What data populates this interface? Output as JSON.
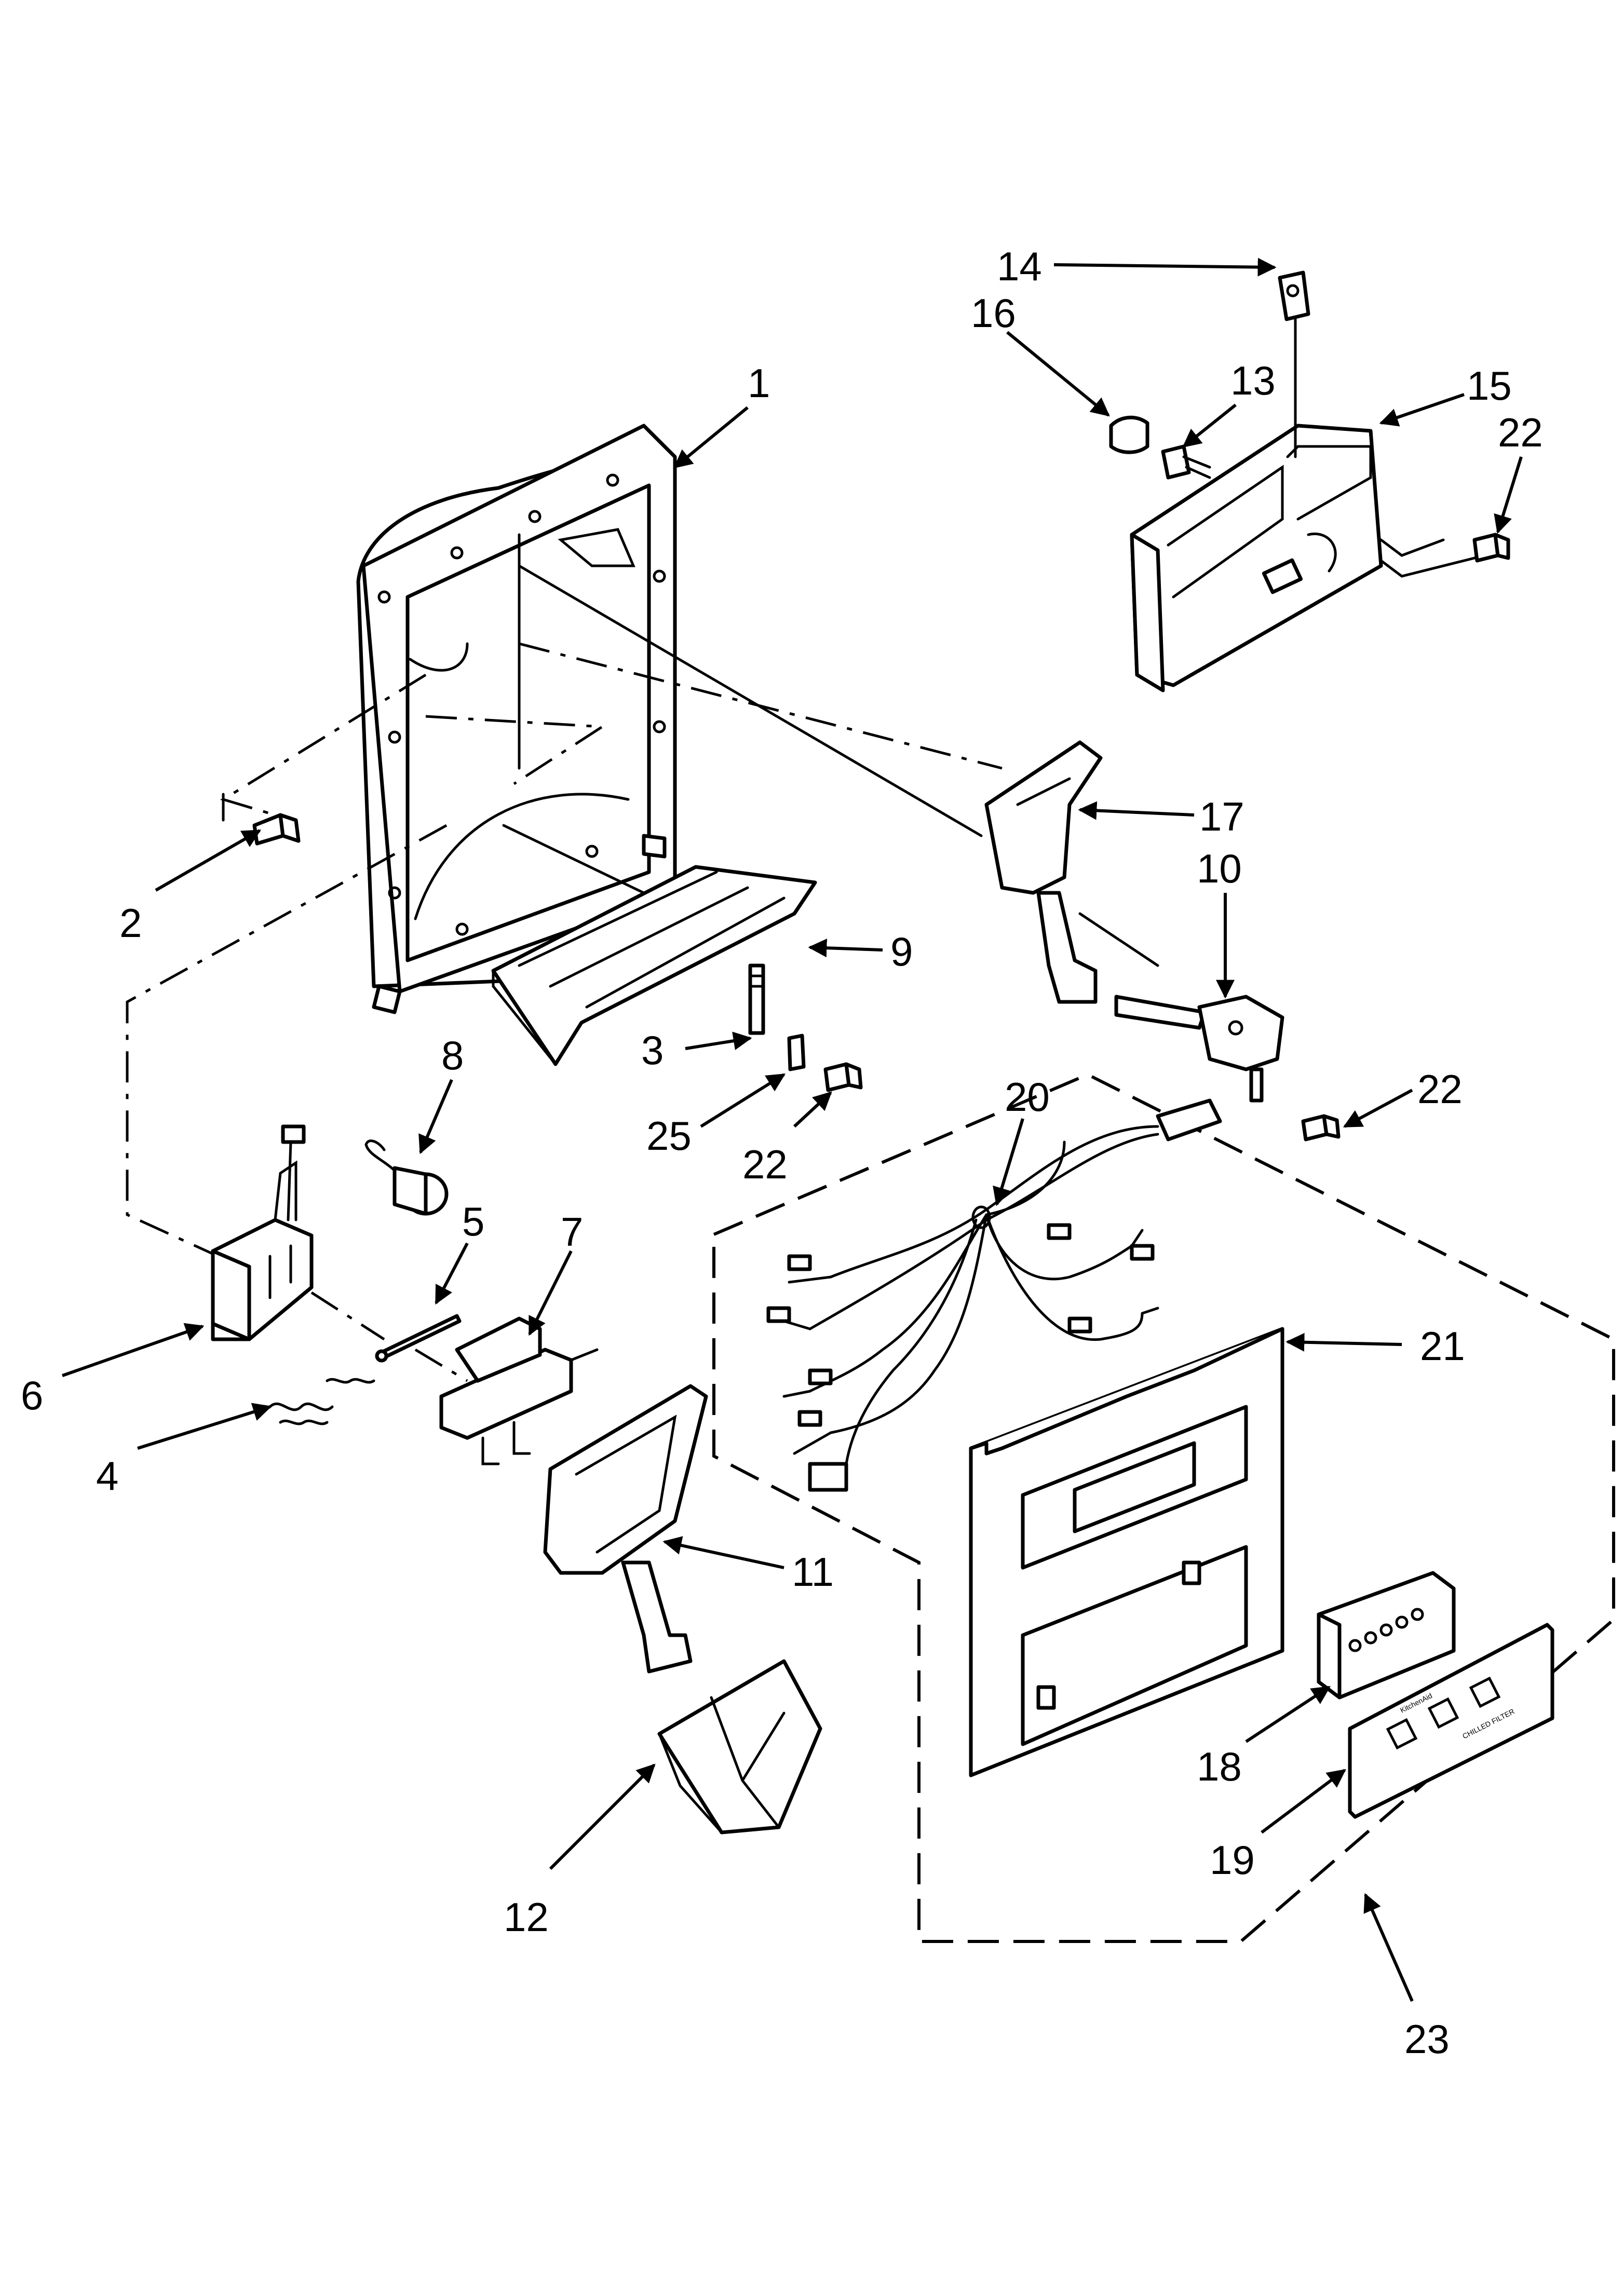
{
  "diagram": {
    "callouts": [
      {
        "id": "c1",
        "label": "1"
      },
      {
        "id": "c2",
        "label": "2"
      },
      {
        "id": "c3",
        "label": "3"
      },
      {
        "id": "c4",
        "label": "4"
      },
      {
        "id": "c5",
        "label": "5"
      },
      {
        "id": "c6",
        "label": "6"
      },
      {
        "id": "c7",
        "label": "7"
      },
      {
        "id": "c8",
        "label": "8"
      },
      {
        "id": "c9",
        "label": "9"
      },
      {
        "id": "c10",
        "label": "10"
      },
      {
        "id": "c11",
        "label": "11"
      },
      {
        "id": "c12",
        "label": "12"
      },
      {
        "id": "c13",
        "label": "13"
      },
      {
        "id": "c14",
        "label": "14"
      },
      {
        "id": "c15",
        "label": "15"
      },
      {
        "id": "c16",
        "label": "16"
      },
      {
        "id": "c17",
        "label": "17"
      },
      {
        "id": "c18",
        "label": "18"
      },
      {
        "id": "c19",
        "label": "19"
      },
      {
        "id": "c20",
        "label": "20"
      },
      {
        "id": "c21",
        "label": "21"
      },
      {
        "id": "c22a",
        "label": "22"
      },
      {
        "id": "c22b",
        "label": "22"
      },
      {
        "id": "c22c",
        "label": "22"
      },
      {
        "id": "c23",
        "label": "23"
      },
      {
        "id": "c25",
        "label": "25"
      }
    ],
    "panel_text": {
      "brand": "KitchenAid",
      "filter": "CHILLED FILTER"
    }
  }
}
